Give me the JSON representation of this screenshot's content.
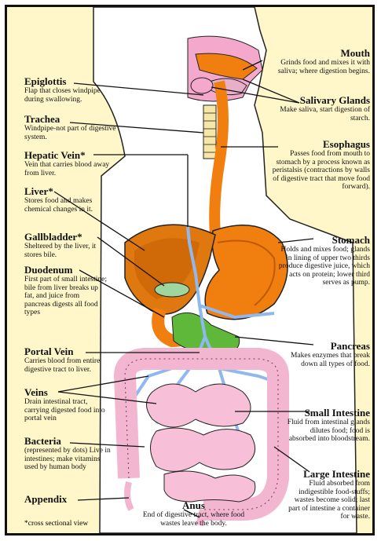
{
  "colors": {
    "background": "#fff7c9",
    "skin": "#ffffff",
    "digestive": "#f07f10",
    "stomach_dark": "#c05a00",
    "liver": "#e07810",
    "gallbladder": "#9ed69e",
    "pancreas": "#5fb83a",
    "small_intestine": "#f7c0d8",
    "large_intestine": "#f3b6d0",
    "veins": "#b8d8ff",
    "salivary": "#f4a8cc",
    "trachea": "#f6e6a8"
  },
  "labels": {
    "mouth": {
      "title": "Mouth",
      "desc": "Grinds food and mixes it with saliva; where digestion begins."
    },
    "salivary": {
      "title": "Salivary Glands",
      "desc": "Make saliva, start digestion of starch."
    },
    "esophagus": {
      "title": "Esophagus",
      "desc": "Passes food from mouth to stomach by a process known as peristalsis (contractions by walls of digestive tract that move food forward)."
    },
    "stomach": {
      "title": "Stomach",
      "desc": "Holds and mixes food; glands in lining of upper two thirds produce digestive juice, which acts on protein; lower third serves as pump."
    },
    "pancreas": {
      "title": "Pancreas",
      "desc": "Makes enzymes that break down all types of food."
    },
    "small_intestine": {
      "title": "Small Intestine",
      "desc": "Fluid from intestinal glands dilutes food; food is absorbed into bloodstream."
    },
    "large_intestine": {
      "title": "Large Intestine",
      "desc": "Fluid absorbed from indigestible food-stuffs; wastes become solid; last part of intestine a container for waste."
    },
    "epiglottis": {
      "title": "Epiglottis",
      "desc": "Flap that closes windpipe during swallowing."
    },
    "trachea": {
      "title": "Trachea",
      "desc": "Windpipe-not part of digestive system."
    },
    "hepatic_vein": {
      "title": "Hepatic Vein*",
      "desc": "Vein that carries blood away from liver."
    },
    "liver": {
      "title": "Liver*",
      "desc": "Stores food and makes chemical changes in it."
    },
    "gallbladder": {
      "title": "Gallbladder*",
      "desc": "Sheltered by the liver, it stores bile."
    },
    "duodenum": {
      "title": "Duodenum",
      "desc": "First part of small intestine; bile from liver breaks up fat, and juice from pancreas digests all food types"
    },
    "portal_vein": {
      "title": "Portal Vein",
      "desc": "Carries blood from entire digestive tract to liver."
    },
    "veins": {
      "title": "Veins",
      "desc": "Drain intestinal tract, carrying digested food into portal vein"
    },
    "bacteria": {
      "title": "Bacteria",
      "desc": "(represented by dots) Live in intestines; make vitamins used by human body"
    },
    "appendix": {
      "title": "Appendix",
      "desc": ""
    },
    "anus": {
      "title": "Anus",
      "desc": "End of digestive tract, where food wastes leave the body."
    }
  },
  "footnote": "*cross sectional view"
}
